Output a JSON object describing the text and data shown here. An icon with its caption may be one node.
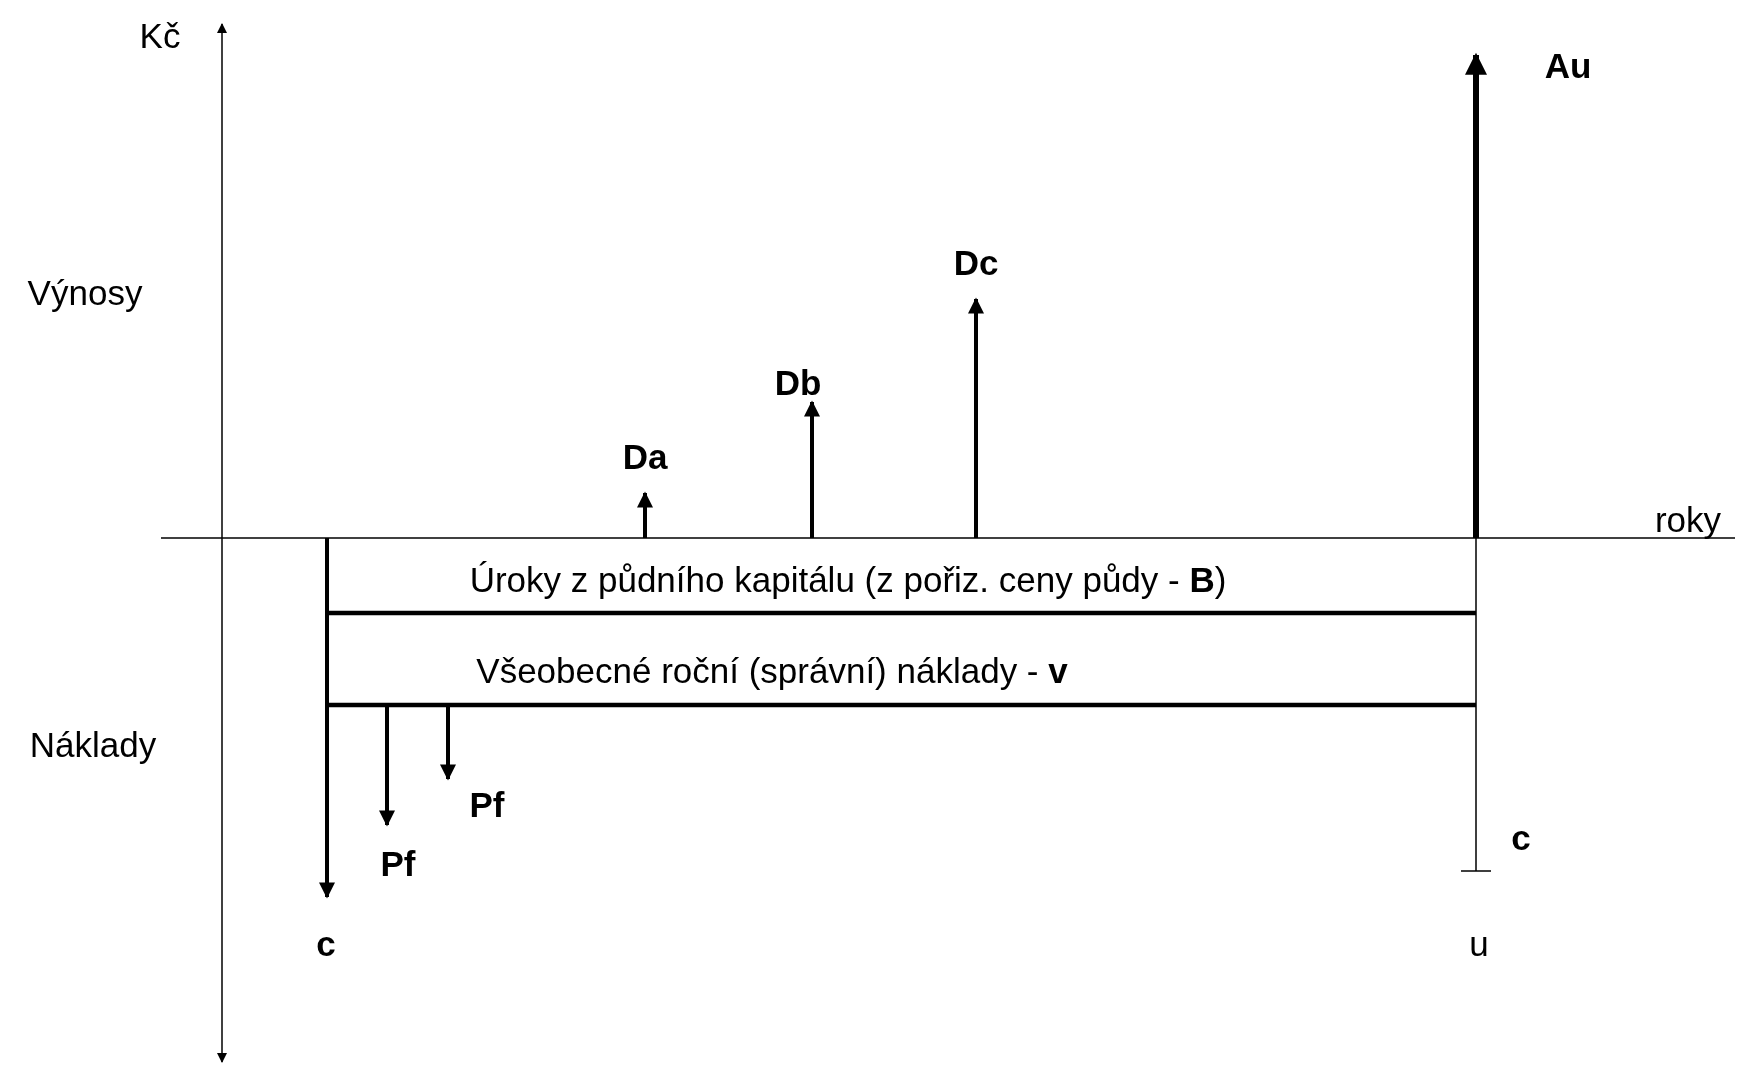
{
  "diagram": {
    "labels": [
      "Kč",
      "Au",
      "Dc",
      "Výnosy",
      "Db",
      "Da",
      "roky",
      "Úroky z půdního kapitálu (z pořiz. ceny půdy - **B**)",
      "Všeobecné roční (správní) náklady - **v**",
      "Náklady",
      "Pf",
      "Pf",
      "c",
      "c",
      "u"
    ]
  }
}
